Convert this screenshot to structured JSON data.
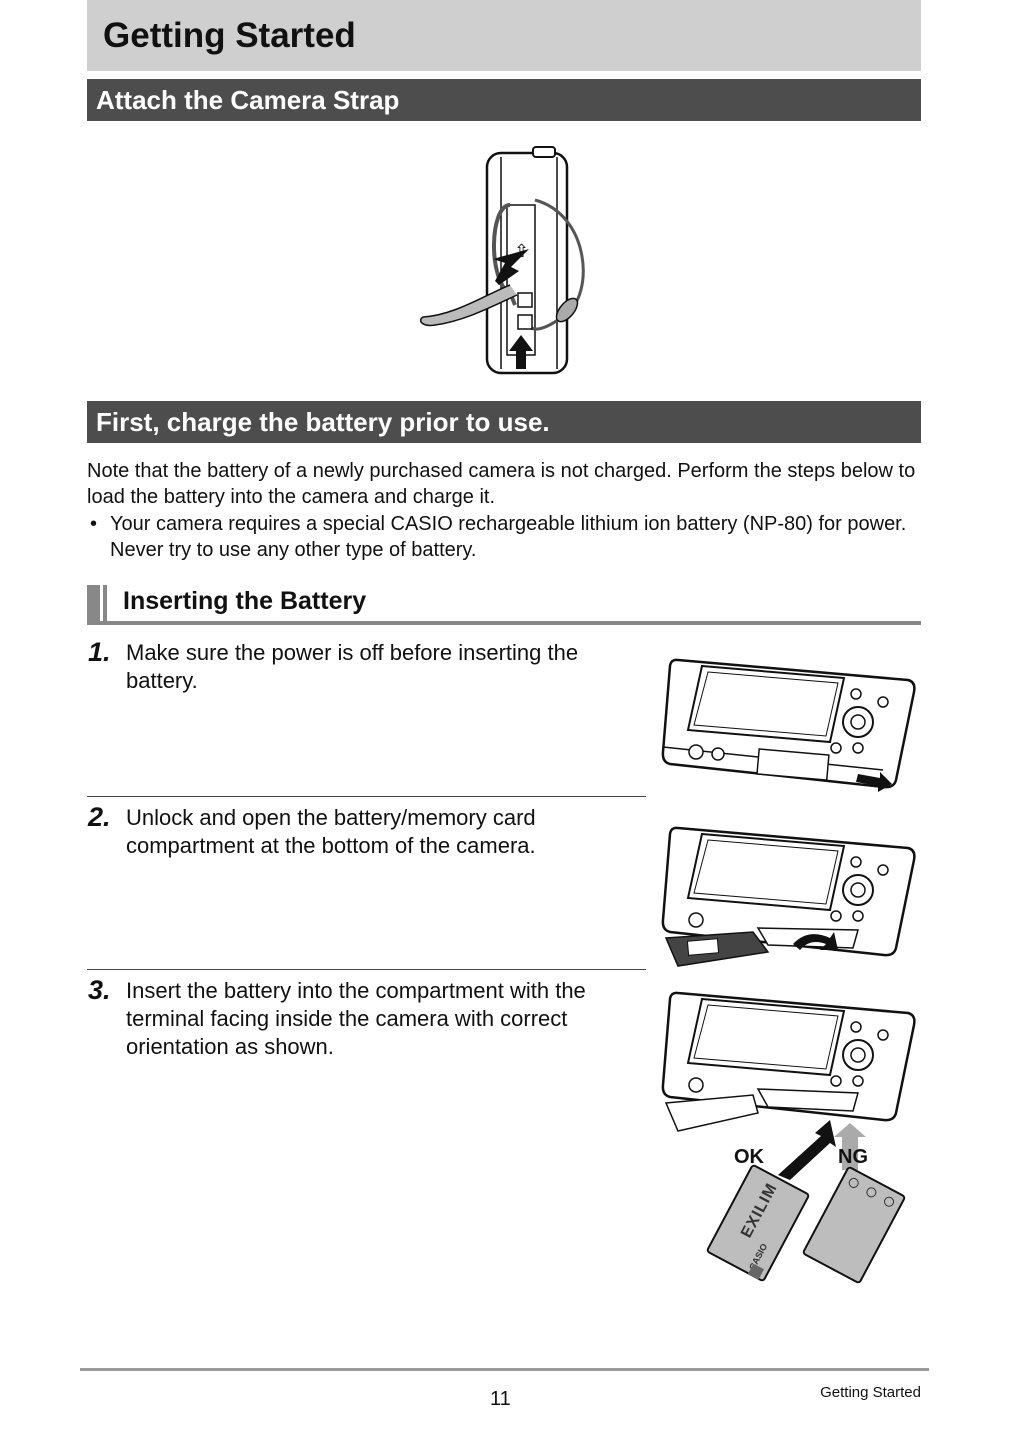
{
  "header": {
    "title": "Getting Started"
  },
  "sections": {
    "strap": {
      "title": "Attach the Camera Strap"
    },
    "charge": {
      "title": "First, charge the battery prior to use.",
      "note": "Note that the battery of a newly purchased camera is not charged. Perform the steps below to load the battery into the camera and charge it.",
      "bullet_symbol": "•",
      "bullet": "Your camera requires a special CASIO rechargeable lithium ion battery (NP-80) for power. Never try to use any other type of battery."
    },
    "inserting": {
      "title": "Inserting the Battery"
    }
  },
  "steps": [
    {
      "number": "1.",
      "text": "Make sure the power is off before inserting the battery."
    },
    {
      "number": "2.",
      "text": "Unlock and open the battery/memory card compartment at the bottom of the camera."
    },
    {
      "number": "3.",
      "text": "Insert the battery into the compartment with the terminal facing inside the camera with correct orientation as shown."
    }
  ],
  "illustration_labels": {
    "ok": "OK",
    "ng": "NG",
    "brand": "EXILIM",
    "maker": "CASIO"
  },
  "footer": {
    "page_number": "11",
    "section": "Getting Started"
  }
}
